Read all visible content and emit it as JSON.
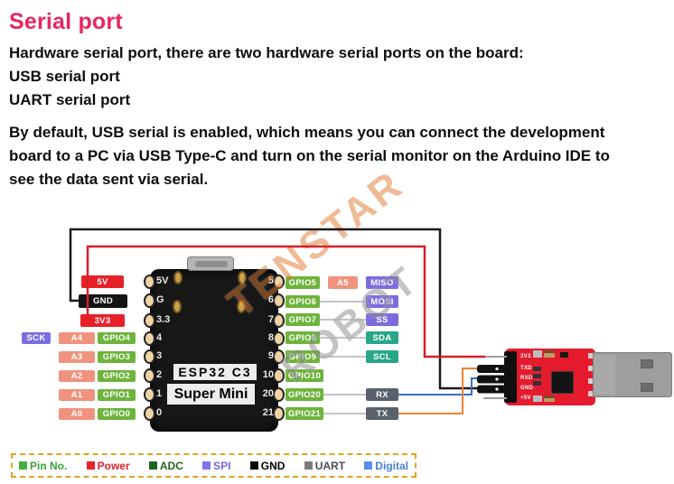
{
  "header": {
    "title": "Serial port"
  },
  "intro": {
    "lines": [
      "Hardware serial port, there are two hardware serial ports on the board:",
      "USB serial port",
      "UART serial port"
    ]
  },
  "body": {
    "lines": [
      "By default, USB serial is enabled, which means you can connect the development",
      "board to a PC via USB Type-C and turn on the serial monitor on the Arduino IDE to",
      "see the data sent via serial."
    ]
  },
  "watermark": {
    "line1": "TENSTAR",
    "line2": "ROBOT"
  },
  "esp_board": {
    "name_line1": "ESP32 C3",
    "name_line2": "Super Mini",
    "left_silk": [
      "5V",
      "G",
      "3.3",
      "4",
      "3",
      "2",
      "1",
      "0"
    ],
    "right_silk": [
      "5",
      "6",
      "7",
      "8",
      "9",
      "10",
      "20",
      "21"
    ]
  },
  "pins": {
    "v5": "5V",
    "gnd": "GND",
    "v33": "3V3",
    "sck": "SCK",
    "a0": "A0",
    "a1": "A1",
    "a2": "A2",
    "a3": "A3",
    "a4": "A4",
    "a5": "A5",
    "gpio0": "GPIO0",
    "gpio1": "GPIO1",
    "gpio2": "GPIO2",
    "gpio3": "GPIO3",
    "gpio4": "GPIO4",
    "gpio5": "GPIO5",
    "gpio6": "GPIO6",
    "gpio7": "GPIO7",
    "gpio8": "GPIO8",
    "gpio9": "GPIO9",
    "gpio10": "GPIO10",
    "gpio20": "GPIO20",
    "gpio21": "GPIO21",
    "miso": "MISO",
    "mosi": "MOSI",
    "ss": "SS",
    "sda": "SDA",
    "scl": "SCL",
    "rx": "RX",
    "tx": "TX"
  },
  "adapter": {
    "silk": [
      "3V3",
      "TXD",
      "RXD",
      "GND",
      "+5V"
    ]
  },
  "legend": {
    "items": [
      {
        "label": "Pin No.",
        "color": "#3aa03a"
      },
      {
        "label": "Power",
        "color": "#e62129"
      },
      {
        "label": "ADC",
        "color": "#1e651e"
      },
      {
        "label": "SPI",
        "color": "#7668d8"
      },
      {
        "label": "GND",
        "color": "#000000"
      },
      {
        "label": "UART",
        "color": "#4a4f57"
      },
      {
        "label": "Digital",
        "color": "#4a7fd0"
      }
    ]
  },
  "colors": {
    "title": "#e8265e",
    "power_red": "#e62129",
    "gnd_black": "#141414",
    "analog_salmon": "#f0937e",
    "gpio_green": "#6db33c",
    "spi_purple": "#7b6ce0",
    "i2c_teal": "#28a689",
    "uart_dark": "#59616e",
    "board_red": "#e51b2d",
    "wire_black": "#1a1a1a",
    "wire_red": "#d42027",
    "wire_blue": "#3a6fc4",
    "wire_orange": "#f08233",
    "legend_border": "#dfa31d"
  }
}
